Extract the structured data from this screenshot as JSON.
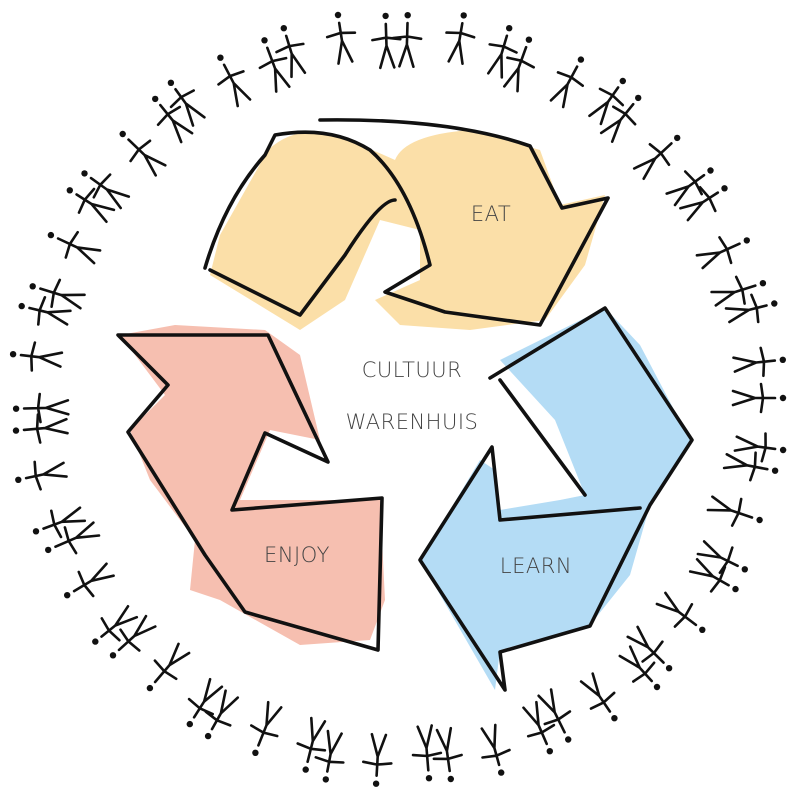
{
  "labels": {
    "eat": "EAT",
    "learn": "LEARN",
    "enjoy": "ENJOY",
    "center_line1": "CULTUUR",
    "center_line2": "WARENHUIS"
  },
  "colors": {
    "eat_fill": "#fbdfa8",
    "learn_fill": "#b4dcf5",
    "enjoy_fill": "#f6bfb0",
    "ink": "#111111",
    "label_text": "#444444"
  },
  "icons": {
    "ring": "ring-of-dancing-people-icon",
    "recycle": "recycle-arrows-icon"
  }
}
